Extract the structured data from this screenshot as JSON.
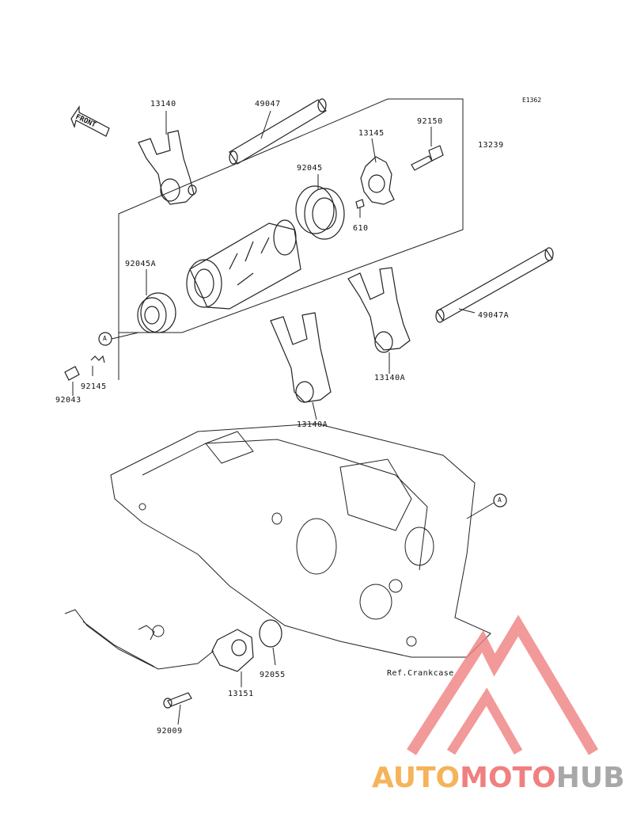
{
  "diagram": {
    "code": "E1362",
    "front_label": "FRONT",
    "reference_text": "Ref.Crankcase",
    "callout_a": "A",
    "parts": [
      {
        "id": "p13140",
        "label": "13140"
      },
      {
        "id": "p49047",
        "label": "49047"
      },
      {
        "id": "p92150",
        "label": "92150"
      },
      {
        "id": "p13145",
        "label": "13145"
      },
      {
        "id": "p13239",
        "label": "13239"
      },
      {
        "id": "p92045",
        "label": "92045"
      },
      {
        "id": "p610",
        "label": "610"
      },
      {
        "id": "p92045A",
        "label": "92045A"
      },
      {
        "id": "p49047A",
        "label": "49047A"
      },
      {
        "id": "p92145",
        "label": "92145"
      },
      {
        "id": "p92043",
        "label": "92043"
      },
      {
        "id": "p13140A1",
        "label": "13140A"
      },
      {
        "id": "p13140A2",
        "label": "13140A"
      },
      {
        "id": "p92055",
        "label": "92055"
      },
      {
        "id": "p13151",
        "label": "13151"
      },
      {
        "id": "p92009",
        "label": "92009"
      }
    ]
  },
  "watermark": {
    "part1": "AUTO",
    "part2": "MOTO",
    "part3": "HUB",
    "color1": "#f5b35a",
    "color2": "#f08080",
    "color3": "#a8a8a8"
  }
}
